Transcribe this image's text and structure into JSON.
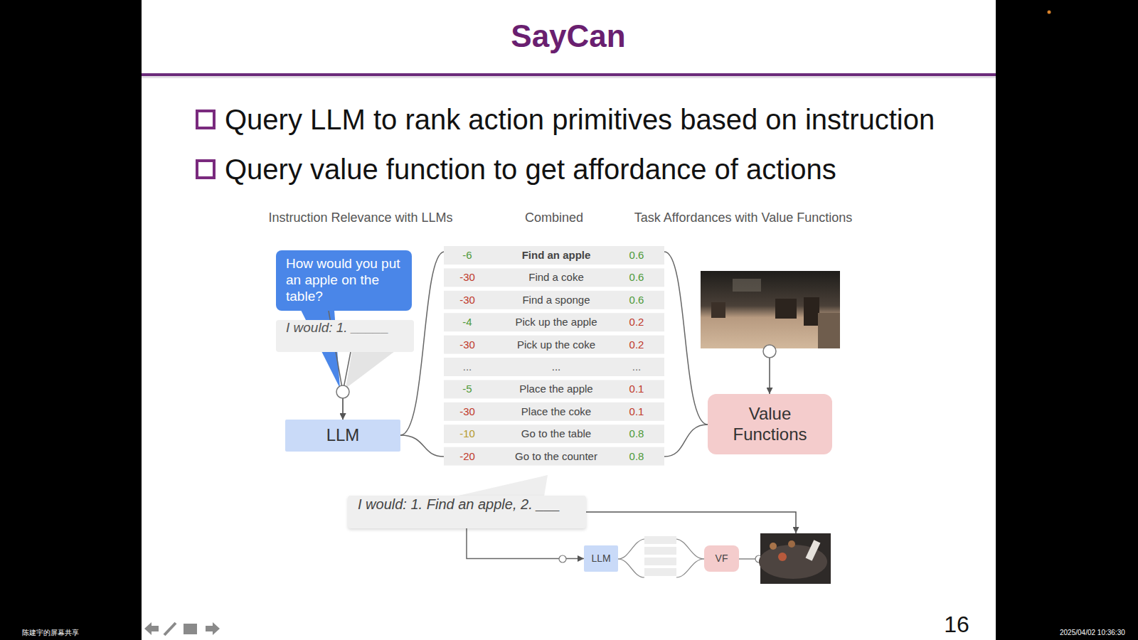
{
  "diagram": {
    "title": "SayCan",
    "nodes": [
      {
        "text": [
          "How would you put an apple on the table?"
        ]
      },
      {
        "text": [
          "I would: 1. _____"
        ]
      },
      {
        "text": [
          "LLM"
        ]
      },
      {
        "text": [
          "Value Functions"
        ]
      },
      {
        "text": [
          "I would: 1. Find an apple, 2. ___"
        ]
      },
      {
        "text": [
          "LLM"
        ]
      },
      {
        "text": [
          "VF"
        ]
      }
    ],
    "edges": [
      {
        "from": 0,
        "to": 2,
        "arrow": "to"
      },
      {
        "from": 1,
        "to": 2,
        "arrow": "to"
      },
      {
        "from": 4,
        "to": 5,
        "arrow": "to"
      }
    ],
    "labels": [
      "Query LLM to rank action primitives based on instruction",
      "Query value function to get affordance of actions",
      "Instruction Relevance with LLMs",
      "Combined",
      "Task Affordances with Value Functions",
      "-6",
      "Find an apple",
      "0.6",
      "-30",
      "Find a coke",
      "0.6",
      "-30",
      "Find a sponge",
      "0.6",
      "-4",
      "Pick up the apple",
      "0.2",
      "-30",
      "Pick up the coke",
      "0.2",
      "...",
      "...",
      "...",
      "-5",
      "Place the apple",
      "0.1",
      "-30",
      "Place the coke",
      "0.1",
      "-10",
      "Go to the table",
      "0.8",
      "-20",
      "Go to the counter",
      "0.8",
      "16",
      "陈建宇的屏幕共享",
      "2025/04/02 10:36:30"
    ]
  }
}
